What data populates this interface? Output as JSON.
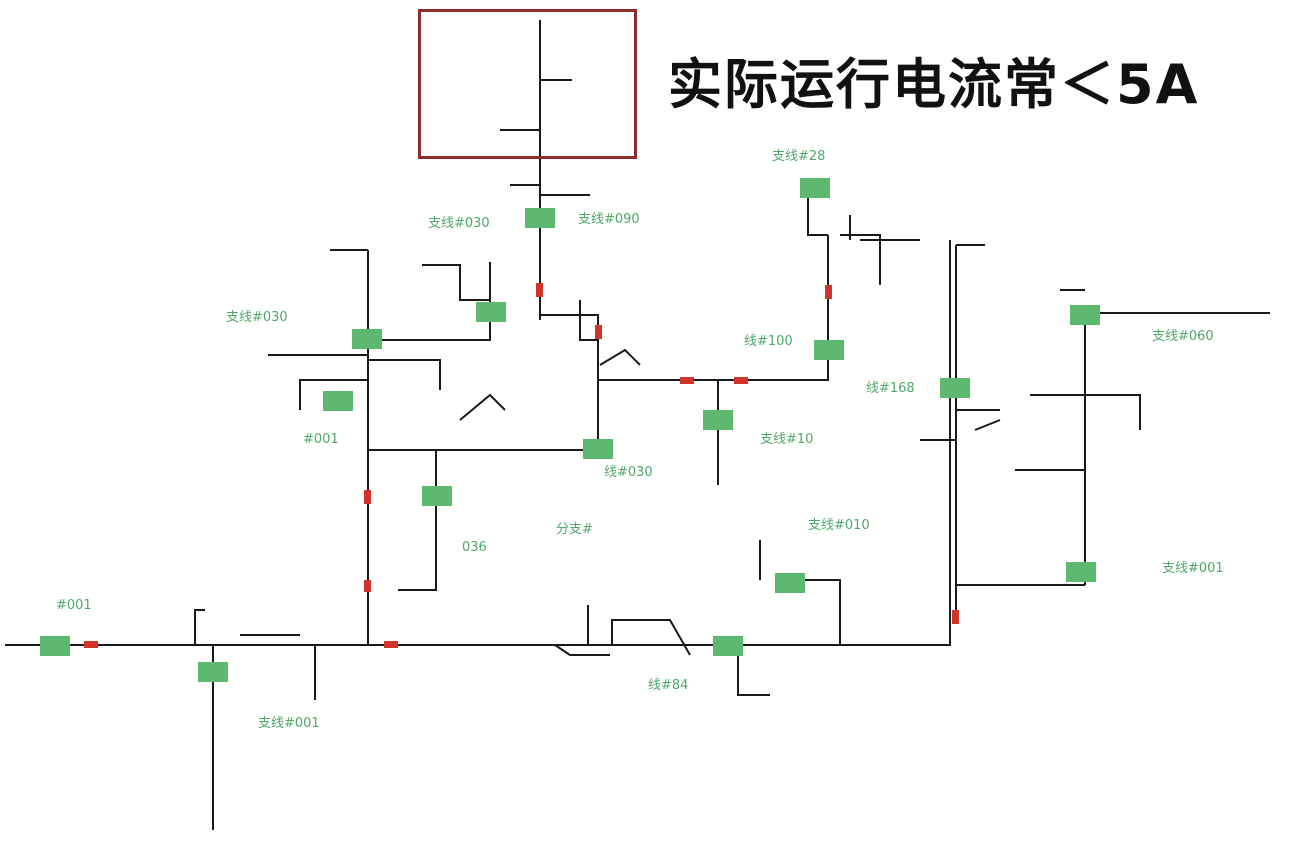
{
  "headline": "实际运行电流常＜5A",
  "colors": {
    "line": "#1a1a1a",
    "switch_box": "#5cb96d",
    "label": "#4fa86a",
    "breaker": "#d0342c",
    "highlight": "#8e2b2b"
  },
  "labels": {
    "l_top28": "支线#28",
    "l_090": "支线#090",
    "l_030_top": "支线#030",
    "l_030_left": "支线#030",
    "l_100": "线#100",
    "l_060": "支线#060",
    "l_168": "线#168",
    "l_001_a": "#001",
    "l_10": "支线#10",
    "l_030_mid": "线#030",
    "l_branch": "分支#",
    "l_036": "036",
    "l_010": "支线#010",
    "l_001_b": "支线#001",
    "l_001_c": "#001",
    "l_84": "线#84",
    "l_001_d": "支线#001"
  }
}
